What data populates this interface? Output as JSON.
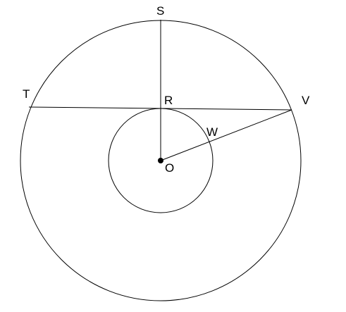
{
  "diagram": {
    "labels": {
      "S": "S",
      "T": "T",
      "R": "R",
      "V": "V",
      "W": "W",
      "O": "O"
    },
    "colors": {
      "stroke": "#000000",
      "background": "#ffffff"
    }
  }
}
